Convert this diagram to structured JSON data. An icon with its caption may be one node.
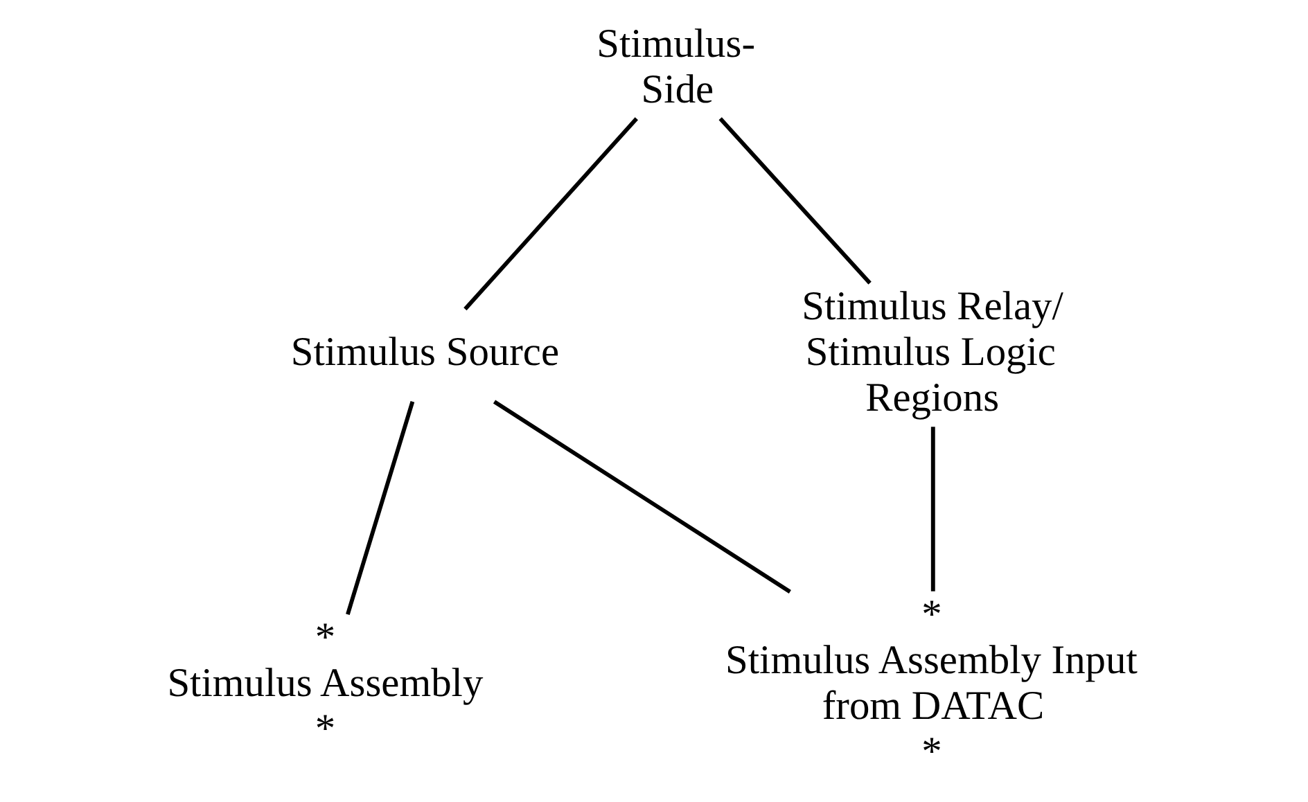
{
  "diagram": {
    "nodes": [
      {
        "text": [
          "Stimulus- Side"
        ]
      },
      {
        "text": [
          "Stimulus Source"
        ]
      },
      {
        "text": [
          "Stimulus Relay/ Stimulus Logic Regions"
        ]
      },
      {
        "text": [
          "Stimulus Assembly"
        ],
        "beside": [
          "*",
          "*"
        ]
      },
      {
        "text": [
          "Stimulus Assembly Input from DATAC"
        ],
        "beside": [
          "*",
          "*"
        ]
      }
    ],
    "edges": [
      {
        "from": 0,
        "to": 1,
        "arrow": "none"
      },
      {
        "from": 0,
        "to": 2,
        "arrow": "none"
      },
      {
        "from": 1,
        "to": 3,
        "arrow": "none"
      },
      {
        "from": 1,
        "to": 4,
        "arrow": "none"
      },
      {
        "from": 2,
        "to": 4,
        "arrow": "none"
      }
    ]
  }
}
